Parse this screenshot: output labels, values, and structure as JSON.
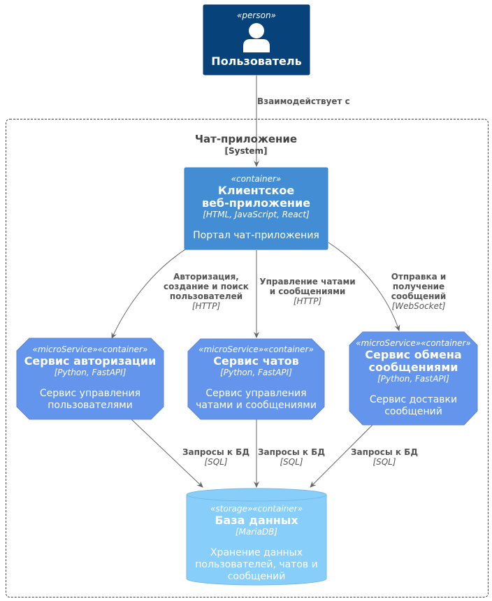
{
  "person": {
    "stereotype": "«person»",
    "title": "Пользователь"
  },
  "system": {
    "title": "Чат-приложение",
    "type": "[System]"
  },
  "containers": {
    "web": {
      "stereotype": "«container»",
      "title_line1": "Клиентское",
      "title_line2": "веб-приложение",
      "tech": "[HTML, JavaScript, React]",
      "desc": "Портал чат-приложения"
    },
    "auth": {
      "stereotype": "«microService»«container»",
      "title": "Сервис авторизации",
      "tech": "[Python, FastAPI]",
      "desc_line1": "Сервис управления",
      "desc_line2": "пользователями"
    },
    "chat": {
      "stereotype": "«microService»«container»",
      "title": "Сервис чатов",
      "tech": "[Python, FastAPI]",
      "desc_line1": "Сервис управления",
      "desc_line2": "чатами и сообщениями"
    },
    "msg": {
      "stereotype": "«microService»«container»",
      "title_line1": "Сервис обмена",
      "title_line2": "сообщениями",
      "tech": "[Python, FastAPI]",
      "desc_line1": "Сервис доставки",
      "desc_line2": "сообщений"
    },
    "db": {
      "stereotype": "«storage»«container»",
      "title": "База данных",
      "tech": "[MariaDB]",
      "desc_line1": "Хранение данных",
      "desc_line2": "пользователей, чатов и",
      "desc_line3": "сообщений"
    }
  },
  "edges": {
    "person_web": {
      "label": "Взаимодействует с"
    },
    "web_auth": {
      "label_line1": "Авторизация,",
      "label_line2": "создание и поиск",
      "label_line3": "пользователей",
      "tech": "[HTTP]"
    },
    "web_chat": {
      "label_line1": "Управление чатами",
      "label_line2": "и сообщениями",
      "tech": "[HTTP]"
    },
    "web_msg": {
      "label_line1": "Отправка и",
      "label_line2": "получение",
      "label_line3": "сообщений",
      "tech": "[WebSocket]"
    },
    "auth_db": {
      "label": "Запросы к БД",
      "tech": "[SQL]"
    },
    "chat_db": {
      "label": "Запросы к БД",
      "tech": "[SQL]"
    },
    "msg_db": {
      "label": "Запросы к БД",
      "tech": "[SQL]"
    }
  },
  "colors": {
    "person": "#08427b",
    "container": "#438dd5",
    "microservice": "#6495ed",
    "storage": "#87cefa",
    "edge": "#666666",
    "boundary": "#444444"
  },
  "icons": {
    "person": "person-icon"
  }
}
